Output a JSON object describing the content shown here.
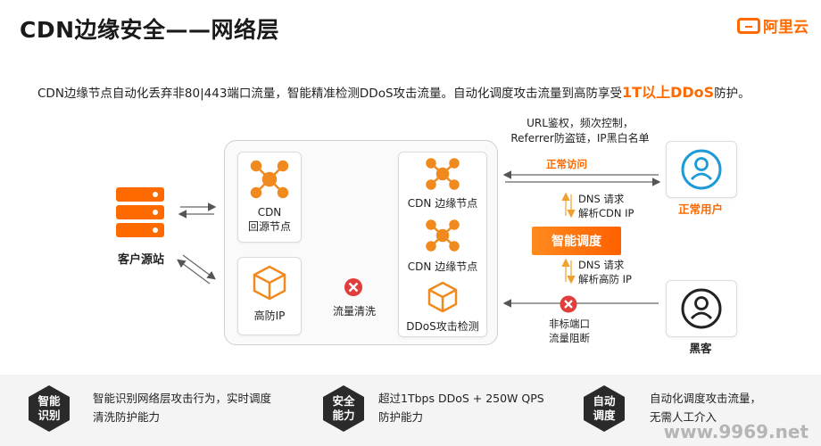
{
  "header": {
    "title": "CDN边缘安全——网络层",
    "logo_text": "阿里云"
  },
  "subtitle": {
    "text_before": "CDN边缘节点自动化丢弃非80|443端口流量，智能精准检测DDoS攻击流量。自动化调度攻击流量到高防享受",
    "highlight": "1T以上DDoS",
    "text_after": "防护。"
  },
  "diagram": {
    "origin_label": "客户源站",
    "cdn_origin_node_line1": "CDN",
    "cdn_origin_node_line2": "回源节点",
    "high_defense_ip": "高防IP",
    "cdn_edge_node_1": "CDN 边缘节点",
    "cdn_edge_node_2": "CDN 边缘节点",
    "ddos_detection": "DDoS攻击检测",
    "traffic_cleaning": "流量清洗",
    "url_auth_line1": "URL鉴权，频次控制，",
    "url_auth_line2": "Referrer防盗链，IP黑白名单",
    "normal_access": "正常访问",
    "dns_req_1_line1": "DNS 请求",
    "dns_req_1_line2": "解析CDN IP",
    "smart_scheduling": "智能调度",
    "dns_req_2_line1": "DNS 请求",
    "dns_req_2_line2": "解析高防 IP",
    "nonstandard_port_line1": "非标端口",
    "nonstandard_port_line2": "流量阻断",
    "normal_user": "正常用户",
    "hacker": "黑客"
  },
  "features": [
    {
      "badge_line1": "智能",
      "badge_line2": "识别",
      "line1": "智能识别网络层攻击行为，实时调度",
      "line2": "清洗防护能力"
    },
    {
      "badge_line1": "安全",
      "badge_line2": "能力",
      "line1": "超过1Tbps DDoS + 250W QPS",
      "line2": "防护能力"
    },
    {
      "badge_line1": "自动",
      "badge_line2": "调度",
      "line1": "自动化调度攻击流量，",
      "line2": "无需人工介入"
    }
  ],
  "watermark": "www.9969.net",
  "colors": {
    "accent": "#ff6a00",
    "user_blue": "#1e9bd7",
    "dark": "#2a2a2a",
    "block_red": "#e23d3d"
  }
}
